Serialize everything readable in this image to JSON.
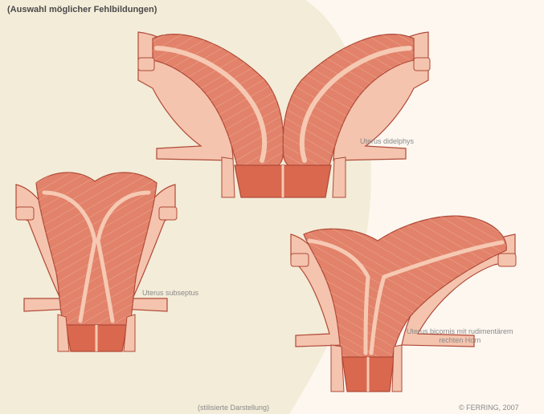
{
  "title": "(Auswahl möglicher Fehlbildungen)",
  "labels": {
    "didelphys": "Uterus didelphys",
    "subseptus": "Uterus subseptus",
    "bicornis_line1": "Uterus bicornis mit rudimentärem",
    "bicornis_line2": "rechten Horn"
  },
  "footer_note": "(stilisierte Darstellung)",
  "copyright": "© FERRING, 2007",
  "colors": {
    "background": "#fdf7f0",
    "highlight_area": "#f3ecd8",
    "muscle": "#e2826a",
    "muscle_dark": "#c85a44",
    "lining": "#f6c9b3",
    "outer_tissue": "#f4c4ae",
    "outline": "#b04a38",
    "text": "#8a8a8a"
  }
}
